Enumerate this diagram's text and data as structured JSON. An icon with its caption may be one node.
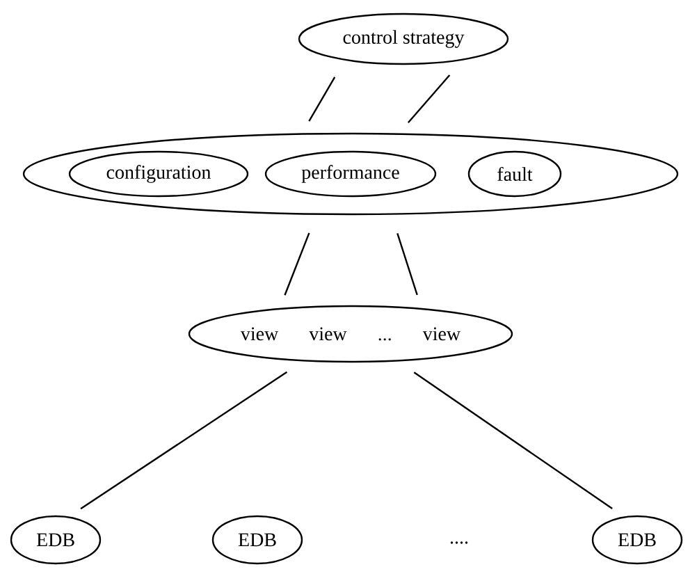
{
  "diagram": {
    "nodes": [
      {
        "text": [
          "control strategy"
        ]
      },
      {
        "text": [],
        "shape": "circle"
      },
      {
        "text": [
          "configuration"
        ],
        "in": 1
      },
      {
        "text": [
          "performance"
        ],
        "in": 1
      },
      {
        "text": [
          "fault"
        ],
        "in": 1
      },
      {
        "text": [
          "view",
          "view",
          "...",
          "view"
        ]
      },
      {
        "text": [
          "EDB"
        ]
      },
      {
        "text": [
          "EDB"
        ]
      },
      {
        "text": [
          "EDB"
        ]
      }
    ],
    "edges": [
      {
        "from": 0,
        "to": 1,
        "arrow": "none"
      },
      {
        "from": 0,
        "to": 1,
        "arrow": "none"
      },
      {
        "from": 1,
        "to": 5,
        "arrow": "none"
      },
      {
        "from": 1,
        "to": 5,
        "arrow": "none"
      },
      {
        "from": 5,
        "to": 6,
        "arrow": "none"
      },
      {
        "from": 5,
        "to": 8,
        "arrow": "none"
      }
    ],
    "labels": [
      "...."
    ]
  }
}
